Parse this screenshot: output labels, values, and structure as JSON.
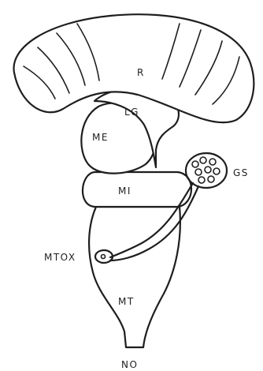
{
  "labels": {
    "r": "R",
    "lg": "LG",
    "me": "ME",
    "mi": "MI",
    "gs": "GS",
    "mtox": "MTOX",
    "mt": "MT",
    "no": "NO"
  }
}
